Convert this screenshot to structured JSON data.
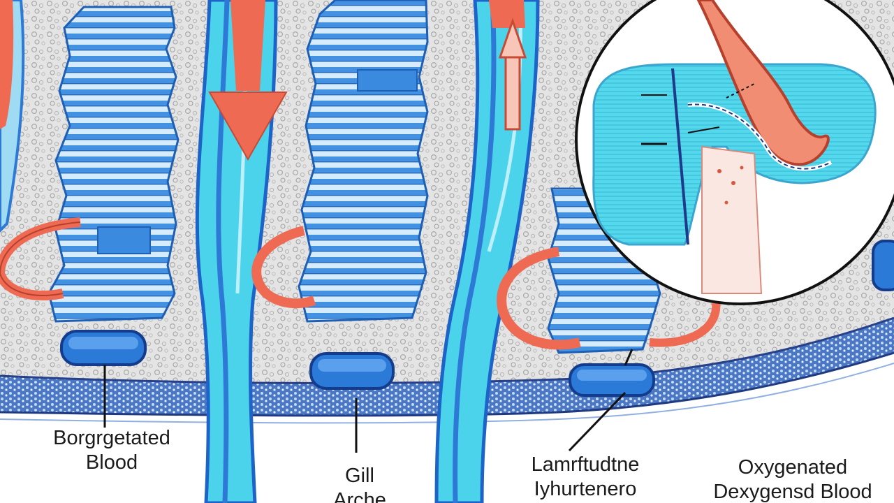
{
  "labels": {
    "blood_left": {
      "line1": "Borgrgetated",
      "line2": "Blood"
    },
    "gill_arch": {
      "line1": "Gill",
      "line2": "Arche"
    },
    "lamella": {
      "line1": "Lamrftudtne",
      "line2": "Iyhurtenero"
    },
    "right": {
      "line1": "Oxygenated",
      "line2": "Dexygensd Blood"
    }
  },
  "colors": {
    "tissue": "#dcdcdc",
    "filament_blue": "#3f8fe0",
    "filament_light": "#c9e6fb",
    "vessel_cyan": "#45d4ee",
    "vessel_blue": "#2e79d6",
    "blood_red": "#ee6a52",
    "inset_cyan": "#53d9ec",
    "base_navy": "#3466b4"
  }
}
